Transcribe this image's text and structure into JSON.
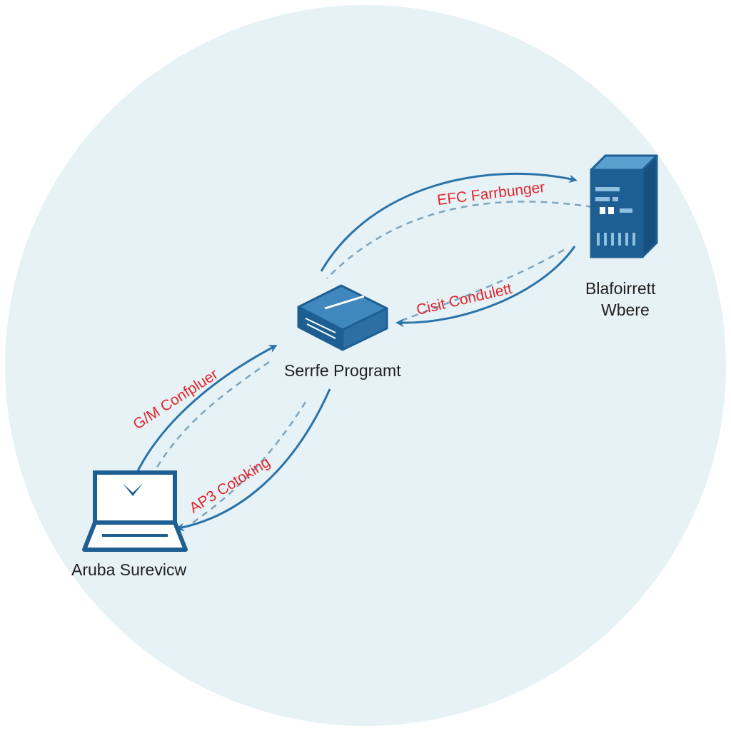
{
  "diagram": {
    "nodes": {
      "laptop": {
        "label": "Aruba Surevicw",
        "icon": "laptop-icon"
      },
      "router": {
        "label": "Serrfe Programt",
        "icon": "router-icon"
      },
      "server": {
        "label_line1": "Blafoirrett",
        "label_line2": "Wbere",
        "icon": "server-tower-icon"
      }
    },
    "edges": {
      "laptop_to_router_top": {
        "label": "G/M Confpluer"
      },
      "router_to_laptop_bottom": {
        "label": "AP3 Cotoking"
      },
      "server_to_router_top": {
        "label": "EFC Farrbunger"
      },
      "server_to_router_bottom": {
        "label": "Cisit Condulett"
      }
    },
    "colors": {
      "background_circle": "#e7f2f6",
      "node_blue": "#1e5f93",
      "arrow_blue": "#2a73a8",
      "dashed_line": "#7fa5bd",
      "edge_label_red": "#e0262c",
      "node_label_text": "#1f1f1f"
    }
  }
}
